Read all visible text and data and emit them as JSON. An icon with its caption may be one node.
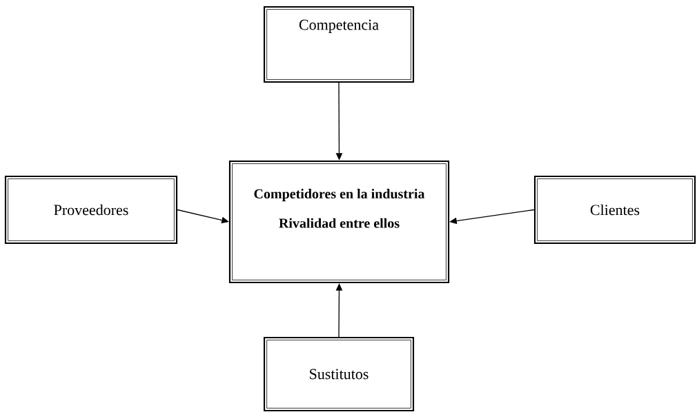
{
  "diagram": {
    "nodes": [
      {
        "text": [
          "Competencia"
        ]
      },
      {
        "text": [
          "Competidores en la industria",
          "Rivalidad entre ellos"
        ]
      },
      {
        "text": [
          "Proveedores"
        ]
      },
      {
        "text": [
          "Clientes"
        ]
      },
      {
        "text": [
          "Sustitutos"
        ]
      }
    ],
    "edges": [
      {
        "from": 0,
        "to": 1,
        "arrow": "to"
      },
      {
        "from": 2,
        "to": 1,
        "arrow": "to"
      },
      {
        "from": 3,
        "to": 1,
        "arrow": "to"
      },
      {
        "from": 4,
        "to": 1,
        "arrow": "to"
      }
    ]
  }
}
